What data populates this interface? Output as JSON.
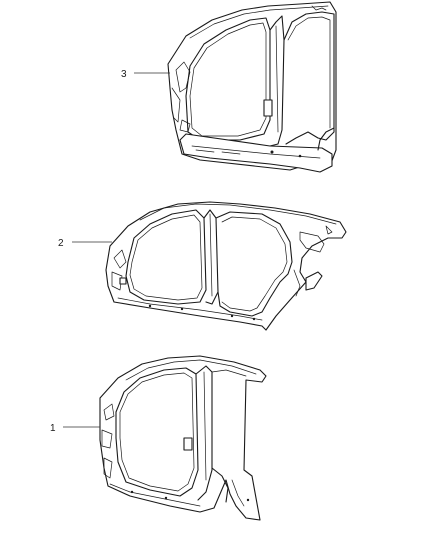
{
  "callouts": [
    {
      "label": "3"
    },
    {
      "label": "2"
    },
    {
      "label": "1"
    }
  ],
  "colors": {
    "line": "#1a1a1a",
    "background": "#ffffff"
  }
}
